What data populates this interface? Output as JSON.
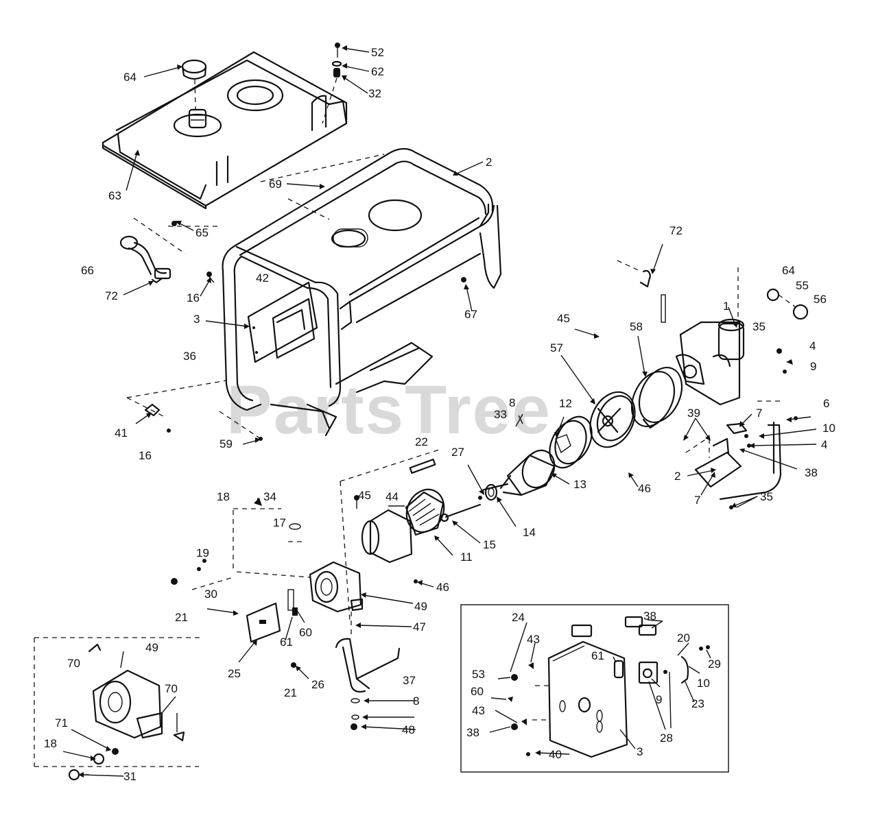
{
  "watermark": "PartsTree",
  "callouts": [
    {
      "id": "c-52",
      "text": "52"
    },
    {
      "id": "c-62",
      "text": "62"
    },
    {
      "id": "c-32",
      "text": "32"
    },
    {
      "id": "c-64a",
      "text": "64"
    },
    {
      "id": "c-63",
      "text": "63"
    },
    {
      "id": "c-69",
      "text": "69"
    },
    {
      "id": "c-2a",
      "text": "2"
    },
    {
      "id": "c-65",
      "text": "65"
    },
    {
      "id": "c-66",
      "text": "66"
    },
    {
      "id": "c-72a",
      "text": "72"
    },
    {
      "id": "c-16a",
      "text": "16"
    },
    {
      "id": "c-42",
      "text": "42"
    },
    {
      "id": "c-3a",
      "text": "3"
    },
    {
      "id": "c-36",
      "text": "36"
    },
    {
      "id": "c-67",
      "text": "67"
    },
    {
      "id": "c-72b",
      "text": "72"
    },
    {
      "id": "c-64b",
      "text": "64"
    },
    {
      "id": "c-55",
      "text": "55"
    },
    {
      "id": "c-56",
      "text": "56"
    },
    {
      "id": "c-1",
      "text": "1"
    },
    {
      "id": "c-35a",
      "text": "35"
    },
    {
      "id": "c-45a",
      "text": "45"
    },
    {
      "id": "c-58",
      "text": "58"
    },
    {
      "id": "c-57",
      "text": "57"
    },
    {
      "id": "c-4a",
      "text": "4"
    },
    {
      "id": "c-9",
      "text": "9"
    },
    {
      "id": "c-6",
      "text": "6"
    },
    {
      "id": "c-41",
      "text": "41"
    },
    {
      "id": "c-16b",
      "text": "16"
    },
    {
      "id": "c-59",
      "text": "59"
    },
    {
      "id": "c-8a",
      "text": "8"
    },
    {
      "id": "c-33",
      "text": "33"
    },
    {
      "id": "c-12",
      "text": "12"
    },
    {
      "id": "c-39",
      "text": "39"
    },
    {
      "id": "c-7a",
      "text": "7"
    },
    {
      "id": "c-10a",
      "text": "10"
    },
    {
      "id": "c-4b",
      "text": "4"
    },
    {
      "id": "c-38a",
      "text": "38"
    },
    {
      "id": "c-22",
      "text": "22"
    },
    {
      "id": "c-27",
      "text": "27"
    },
    {
      "id": "c-2b",
      "text": "2"
    },
    {
      "id": "c-7b",
      "text": "7"
    },
    {
      "id": "c-35b",
      "text": "35"
    },
    {
      "id": "c-46a",
      "text": "46"
    },
    {
      "id": "c-13",
      "text": "13"
    },
    {
      "id": "c-45b",
      "text": "45"
    },
    {
      "id": "c-44",
      "text": "44"
    },
    {
      "id": "c-14",
      "text": "14"
    },
    {
      "id": "c-18a",
      "text": "18"
    },
    {
      "id": "c-34",
      "text": "34"
    },
    {
      "id": "c-17",
      "text": "17"
    },
    {
      "id": "c-15",
      "text": "15"
    },
    {
      "id": "c-11",
      "text": "11"
    },
    {
      "id": "c-19",
      "text": "19"
    },
    {
      "id": "c-46b",
      "text": "46"
    },
    {
      "id": "c-30",
      "text": "30"
    },
    {
      "id": "c-49a",
      "text": "49"
    },
    {
      "id": "c-21a",
      "text": "21"
    },
    {
      "id": "c-47",
      "text": "47"
    },
    {
      "id": "c-61a",
      "text": "61"
    },
    {
      "id": "c-60a",
      "text": "60"
    },
    {
      "id": "c-25",
      "text": "25"
    },
    {
      "id": "c-21b",
      "text": "21"
    },
    {
      "id": "c-26a",
      "text": "26"
    },
    {
      "id": "c-70a",
      "text": "70"
    },
    {
      "id": "c-49b",
      "text": "49"
    },
    {
      "id": "c-70b",
      "text": "70"
    },
    {
      "id": "c-71",
      "text": "71"
    },
    {
      "id": "c-18b",
      "text": "18"
    },
    {
      "id": "c-31",
      "text": "31"
    },
    {
      "id": "c-37",
      "text": "37"
    },
    {
      "id": "c-8b",
      "text": "8"
    },
    {
      "id": "c-48",
      "text": "48"
    },
    {
      "id": "c-24",
      "text": "24"
    },
    {
      "id": "c-38b",
      "text": "38"
    },
    {
      "id": "c-43a",
      "text": "43"
    },
    {
      "id": "c-20",
      "text": "20"
    },
    {
      "id": "c-61b",
      "text": "61"
    },
    {
      "id": "c-29",
      "text": "29"
    },
    {
      "id": "c-53",
      "text": "53"
    },
    {
      "id": "c-10b",
      "text": "10"
    },
    {
      "id": "c-60b",
      "text": "60"
    },
    {
      "id": "c-23",
      "text": "23"
    },
    {
      "id": "c-43b",
      "text": "43"
    },
    {
      "id": "c-9b",
      "text": "9"
    },
    {
      "id": "c-38c",
      "text": "38"
    },
    {
      "id": "c-28",
      "text": "28"
    },
    {
      "id": "c-40",
      "text": "40"
    },
    {
      "id": "c-3b",
      "text": "3"
    }
  ]
}
